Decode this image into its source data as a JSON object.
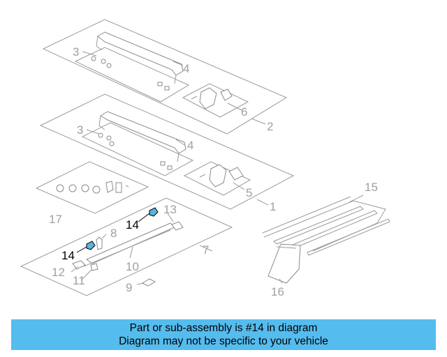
{
  "banner": {
    "line1": "Part or sub-assembly is #14 in diagram",
    "line2": "Diagram may not be specific to your vehicle",
    "color": "#55bcee"
  },
  "callouts": {
    "c1": "1",
    "c2": "2",
    "c3a": "3",
    "c3b": "3",
    "c4a": "4",
    "c4b": "4",
    "c5": "5",
    "c6": "6",
    "c7": "7",
    "c8": "8",
    "c9": "9",
    "c10": "10",
    "c11": "11",
    "c12": "12",
    "c13": "13",
    "c14a": "14",
    "c14b": "14",
    "c15": "15",
    "c16": "16",
    "c17": "17"
  },
  "highlight_color": "#5ab4e0"
}
